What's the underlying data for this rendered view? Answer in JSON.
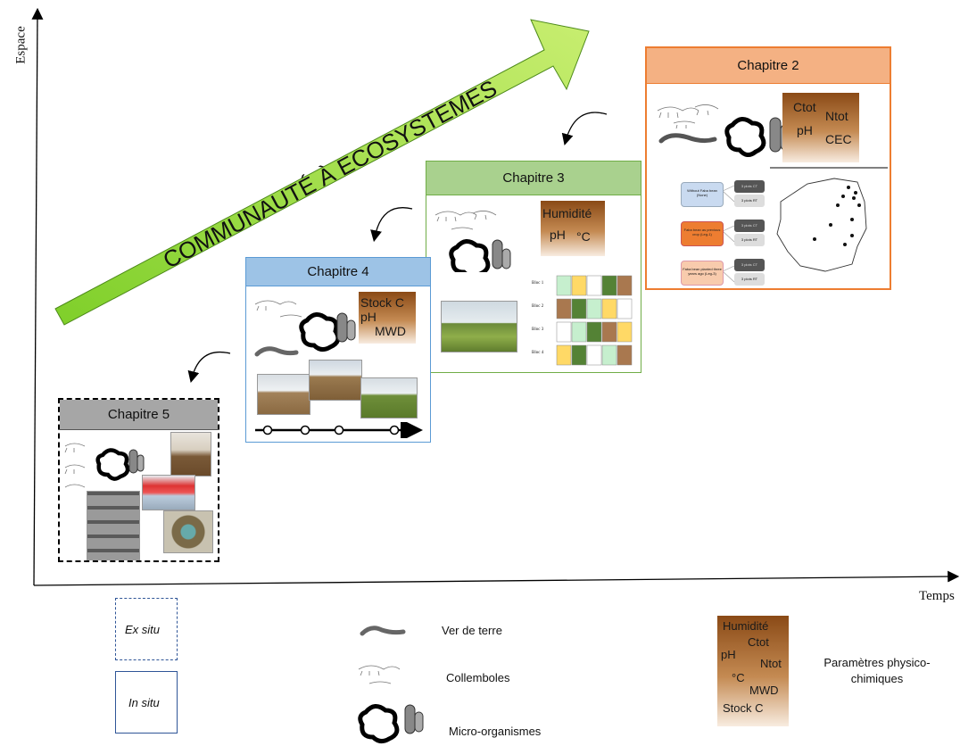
{
  "axes": {
    "y_label": "Espace",
    "x_label": "Temps"
  },
  "arrow_label": "COMMUNAUTÉ À ECOSYSTEMES",
  "chapters": {
    "c2": {
      "title": "Chapitre 2",
      "params": [
        "Ctot",
        "Ntot",
        "pH",
        "CEC"
      ],
      "flow": {
        "rows": [
          {
            "label": "Without Faba bean (None)",
            "a": "3 plots CT",
            "b": "3 plots RT"
          },
          {
            "label": "Faba bean as previous crop (Leg-1)",
            "a": "3 plots CT",
            "b": "3 plots RT"
          },
          {
            "label": "Faba bean planted three years ago (Leg-3)",
            "a": "3 plots CT",
            "b": "3 plots RT"
          }
        ]
      }
    },
    "c3": {
      "title": "Chapitre 3",
      "params": [
        "Humidité",
        "pH",
        "°C"
      ],
      "blocs": [
        "Bloc 1",
        "Bloc 2",
        "Bloc 3",
        "Bloc 4"
      ]
    },
    "c4": {
      "title": "Chapitre 4",
      "params": [
        "Stock C",
        "pH",
        "MWD"
      ]
    },
    "c5": {
      "title": "Chapitre 5"
    }
  },
  "legend": {
    "ex_situ": "Ex situ",
    "in_situ": "In situ",
    "earthworm": "Ver de terre",
    "springtails": "Collemboles",
    "microbes": "Micro-organismes",
    "params_title": "Paramètres physico-chimiques",
    "params": [
      "Humidité",
      "Ctot",
      "pH",
      "Ntot",
      "°C",
      "MWD",
      "Stock C"
    ]
  },
  "colors": {
    "c2_head": "#f4b183",
    "c2_border": "#ed7d31",
    "c3_head": "#a9d18e",
    "c3_border": "#70ad47",
    "c4_head": "#9dc3e6",
    "c4_border": "#5b9bd5",
    "c5_head": "#a6a6a6",
    "arrow": "#9bdc3a"
  }
}
